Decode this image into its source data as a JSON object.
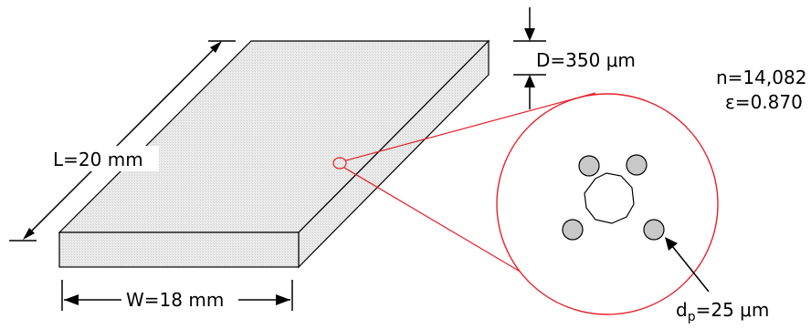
{
  "labels": {
    "length": "L=20 mm",
    "width": "W=18 mm",
    "depth": "D=350 μm",
    "count": "n=14,082",
    "porosity": "ε=0.870",
    "pore_diameter_base": "d",
    "pore_diameter_sub": "p",
    "pore_diameter_value": "=25 μm"
  },
  "colors": {
    "slab_top": "#ececec",
    "slab_front": "#efefef",
    "slab_side": "#e2e2e2",
    "outline": "#000000",
    "zoom": "#e8202a",
    "particle": "#c8c8c8"
  }
}
